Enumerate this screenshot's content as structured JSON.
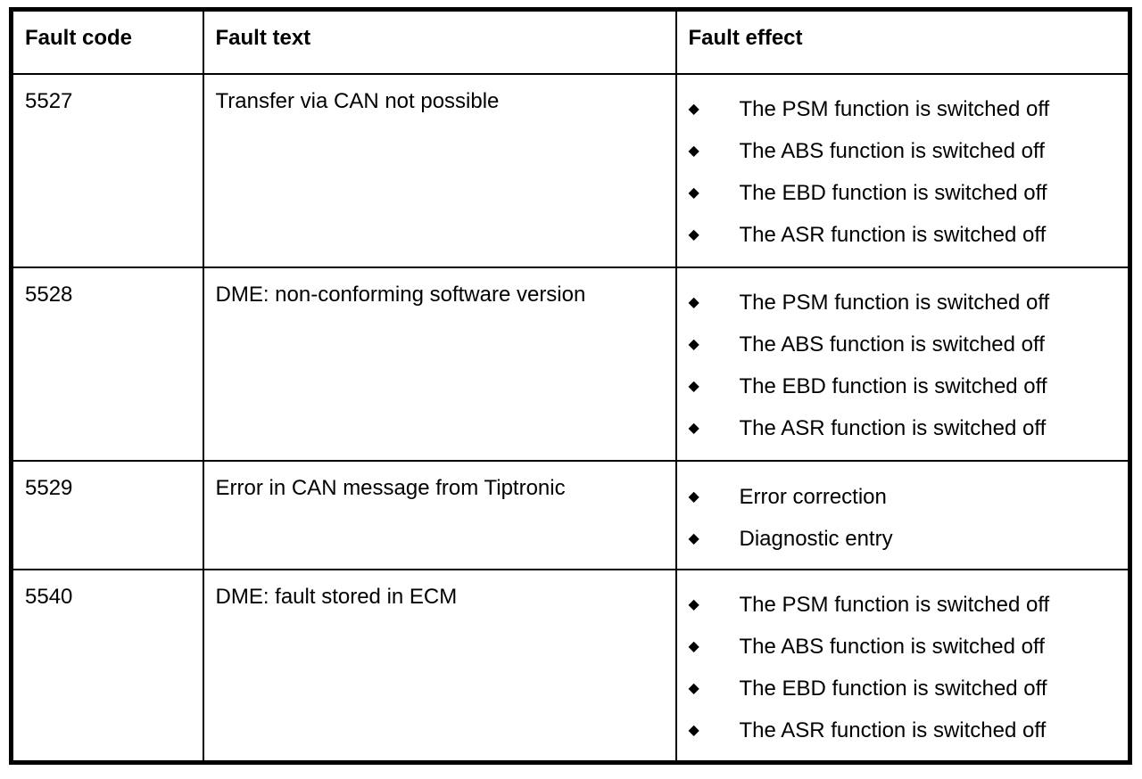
{
  "table": {
    "bullet_glyph": "◆",
    "colors": {
      "border": "#000000",
      "background": "#ffffff",
      "text": "#000000"
    },
    "headers": {
      "fault_code": "Fault code",
      "fault_text": "Fault text",
      "fault_effect": "Fault effect"
    },
    "rows": [
      {
        "code": "5527",
        "text": "Transfer via CAN not possible",
        "effects": [
          "The PSM function is switched off",
          "The ABS function is switched off",
          "The EBD function is switched off",
          "The ASR function is switched off"
        ]
      },
      {
        "code": "5528",
        "text": "DME: non-conforming software version",
        "effects": [
          "The PSM function is switched off",
          "The ABS function is switched off",
          "The EBD function is switched off",
          "The ASR function is switched off"
        ]
      },
      {
        "code": "5529",
        "text": "Error in CAN message from Tiptronic",
        "effects": [
          "Error correction",
          "Diagnostic entry"
        ]
      },
      {
        "code": "5540",
        "text": "DME: fault stored in ECM",
        "effects": [
          "The PSM function is switched off",
          "The ABS function is switched off",
          "The EBD function is switched off",
          "The ASR function is switched off"
        ]
      }
    ]
  }
}
